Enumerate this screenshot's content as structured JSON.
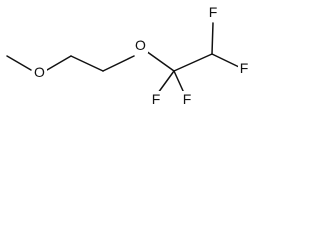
{
  "molecule": {
    "atoms": [
      {
        "id": "o1",
        "label": "O"
      },
      {
        "id": "o2",
        "label": "O"
      },
      {
        "id": "f1",
        "label": "F"
      },
      {
        "id": "f2",
        "label": "F"
      },
      {
        "id": "f3",
        "label": "F"
      },
      {
        "id": "f4",
        "label": "F"
      }
    ]
  }
}
